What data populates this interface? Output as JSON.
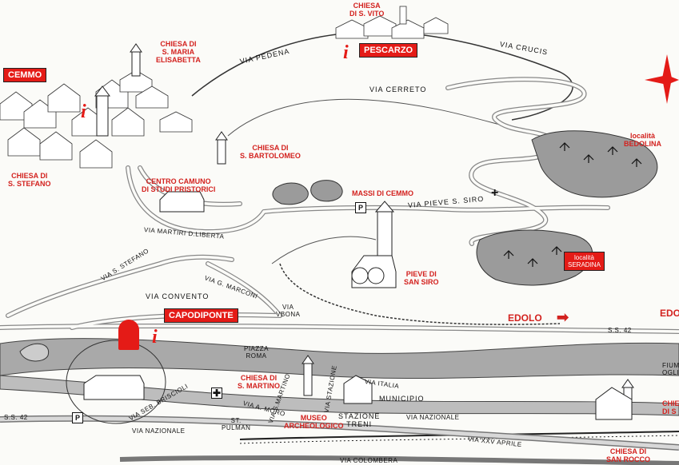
{
  "map": {
    "towns": {
      "cemmo": "CEMMO",
      "pescarzo": "PESCARZO",
      "capodiponte": "CAPODIPONTE",
      "edolo": "EDOLO",
      "edolo_cut": "EDO"
    },
    "places": {
      "chiesa_s_vito": "CHIESA\nDI S. VITO",
      "chiesa_s_maria": "CHIESA DI\nS. MARIA\nELISABETTA",
      "chiesa_s_stefano": "CHIESA DI\nS. STEFANO",
      "chiesa_s_bartolomeo": "CHIESA DI\nS. BARTOLOMEO",
      "centro_camuno": "CENTRO CAMUNO\nDI STUDI PRISTORICI",
      "massi_di_cemmo": "MASSI DI CEMMO",
      "pieve_s_siro": "PIEVE DI\nSAN SIRO",
      "chiesa_s_martino": "CHIESA DI\nS. MARTINO",
      "museo_archeologico": "MUSEO\nARCHEOLOGICO",
      "chiesa_s_rocco": "CHIESA DI\nSAN ROCCO",
      "chiesa_right_cut": "CHIESA\nDI S"
    },
    "localita": {
      "bedolina": "località\nBEDOLINA",
      "seradina": "località\nSERADINA"
    },
    "roads": {
      "via_pedena": "VIA PEDENA",
      "via_crucis": "VIA CRUCIS",
      "via_cerreto": "VIA CERRETO",
      "via_pieve_s_siro": "VIA PIEVE S. SIRO",
      "via_martiri": "VIA MARTIRI D.LIBERTA",
      "via_s_stefano": "VIA S. STEFANO",
      "via_g_marconi": "VIA G. MARCONI",
      "via_convento": "VIA CONVENTO",
      "via_vbona": "VIA\nVBONA",
      "piazza_roma": "PIAZZA\nROMA",
      "ss42_right": "S.S. 42",
      "ss42_left": "S.S. 42",
      "via_seb_briscioli": "VIA SEB. BRISCIOLI",
      "via_a_moro": "VIA A. MORO",
      "st_pulman": "ST.\nPULMAN",
      "via_nazionale_left": "VIA NAZIONALE",
      "via_nazionale_right": "VIA NAZIONALE",
      "via_s_martino": "VIA S.MARTINO",
      "via_stazione": "VIA STAZIONE",
      "via_italia": "VIA ITALIA",
      "municipio": "MUNICIPIO",
      "stazione_treni": "STAZIONE\nTRENI",
      "via_xxv_aprile": "VIA XXV APRILE",
      "via_colombera": "VIA COLOMBERA",
      "via_right_cut": "FIUM\nOGLI"
    },
    "symbols": {
      "info_letter": "i",
      "parking": "P",
      "pharmacy": "+",
      "hospital_cross": "✚",
      "arrow": "➡"
    },
    "colors": {
      "accent_red": "#e41b17",
      "road_grey": "#9a9a9a",
      "ink": "#111111"
    }
  }
}
